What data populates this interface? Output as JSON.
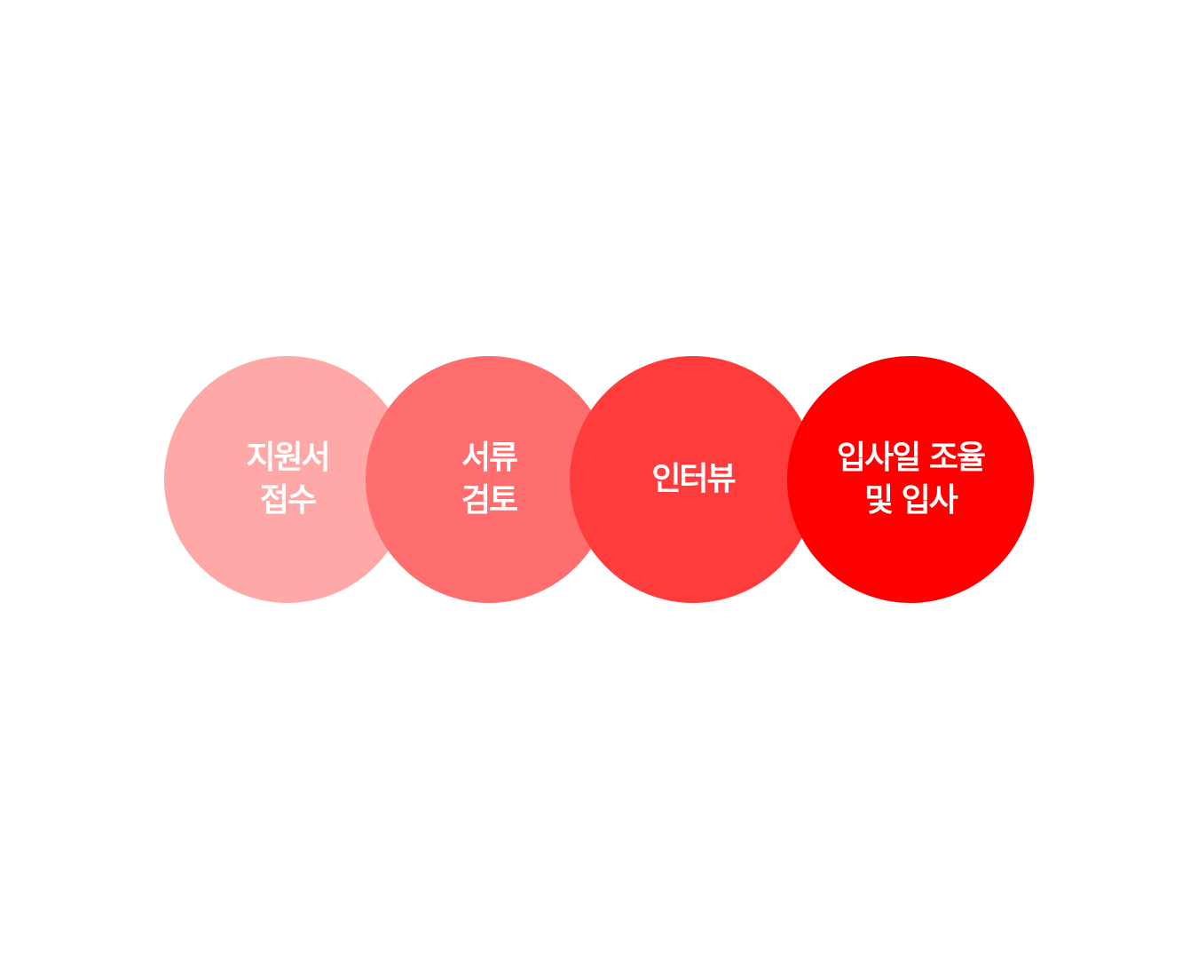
{
  "steps": [
    {
      "label": "지원서\n접수",
      "color": "#FFA8A8"
    },
    {
      "label": "서류\n검토",
      "color": "#FF6E6E"
    },
    {
      "label": "인터뷰",
      "color": "#FF3C3C"
    },
    {
      "label": "입사일 조율\n및 입사",
      "color": "#FF0000"
    }
  ]
}
